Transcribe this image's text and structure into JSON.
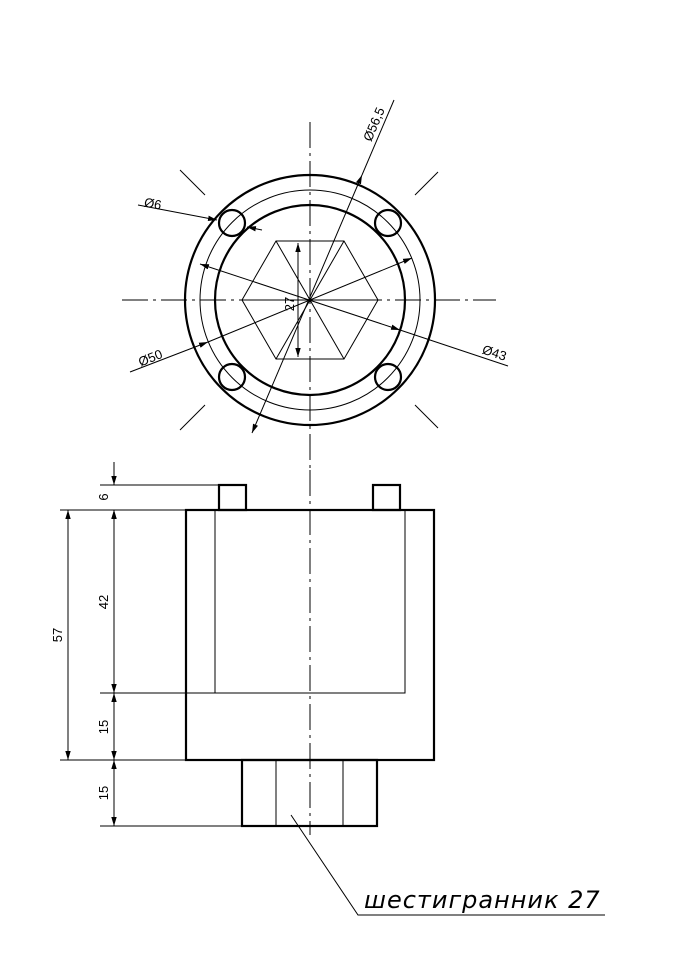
{
  "top_view": {
    "dia_outer": "Ø56,5",
    "dia_hole": "Ø6",
    "dia_bolt_circle": "Ø50",
    "dia_inner": "Ø43",
    "hex_across_flats": "27"
  },
  "front_view": {
    "dim_pin": "6",
    "dim_bore": "42",
    "dim_body": "57",
    "dim_bottom_wall": "15",
    "dim_hex_shank": "15"
  },
  "note": "шестигранник 27"
}
